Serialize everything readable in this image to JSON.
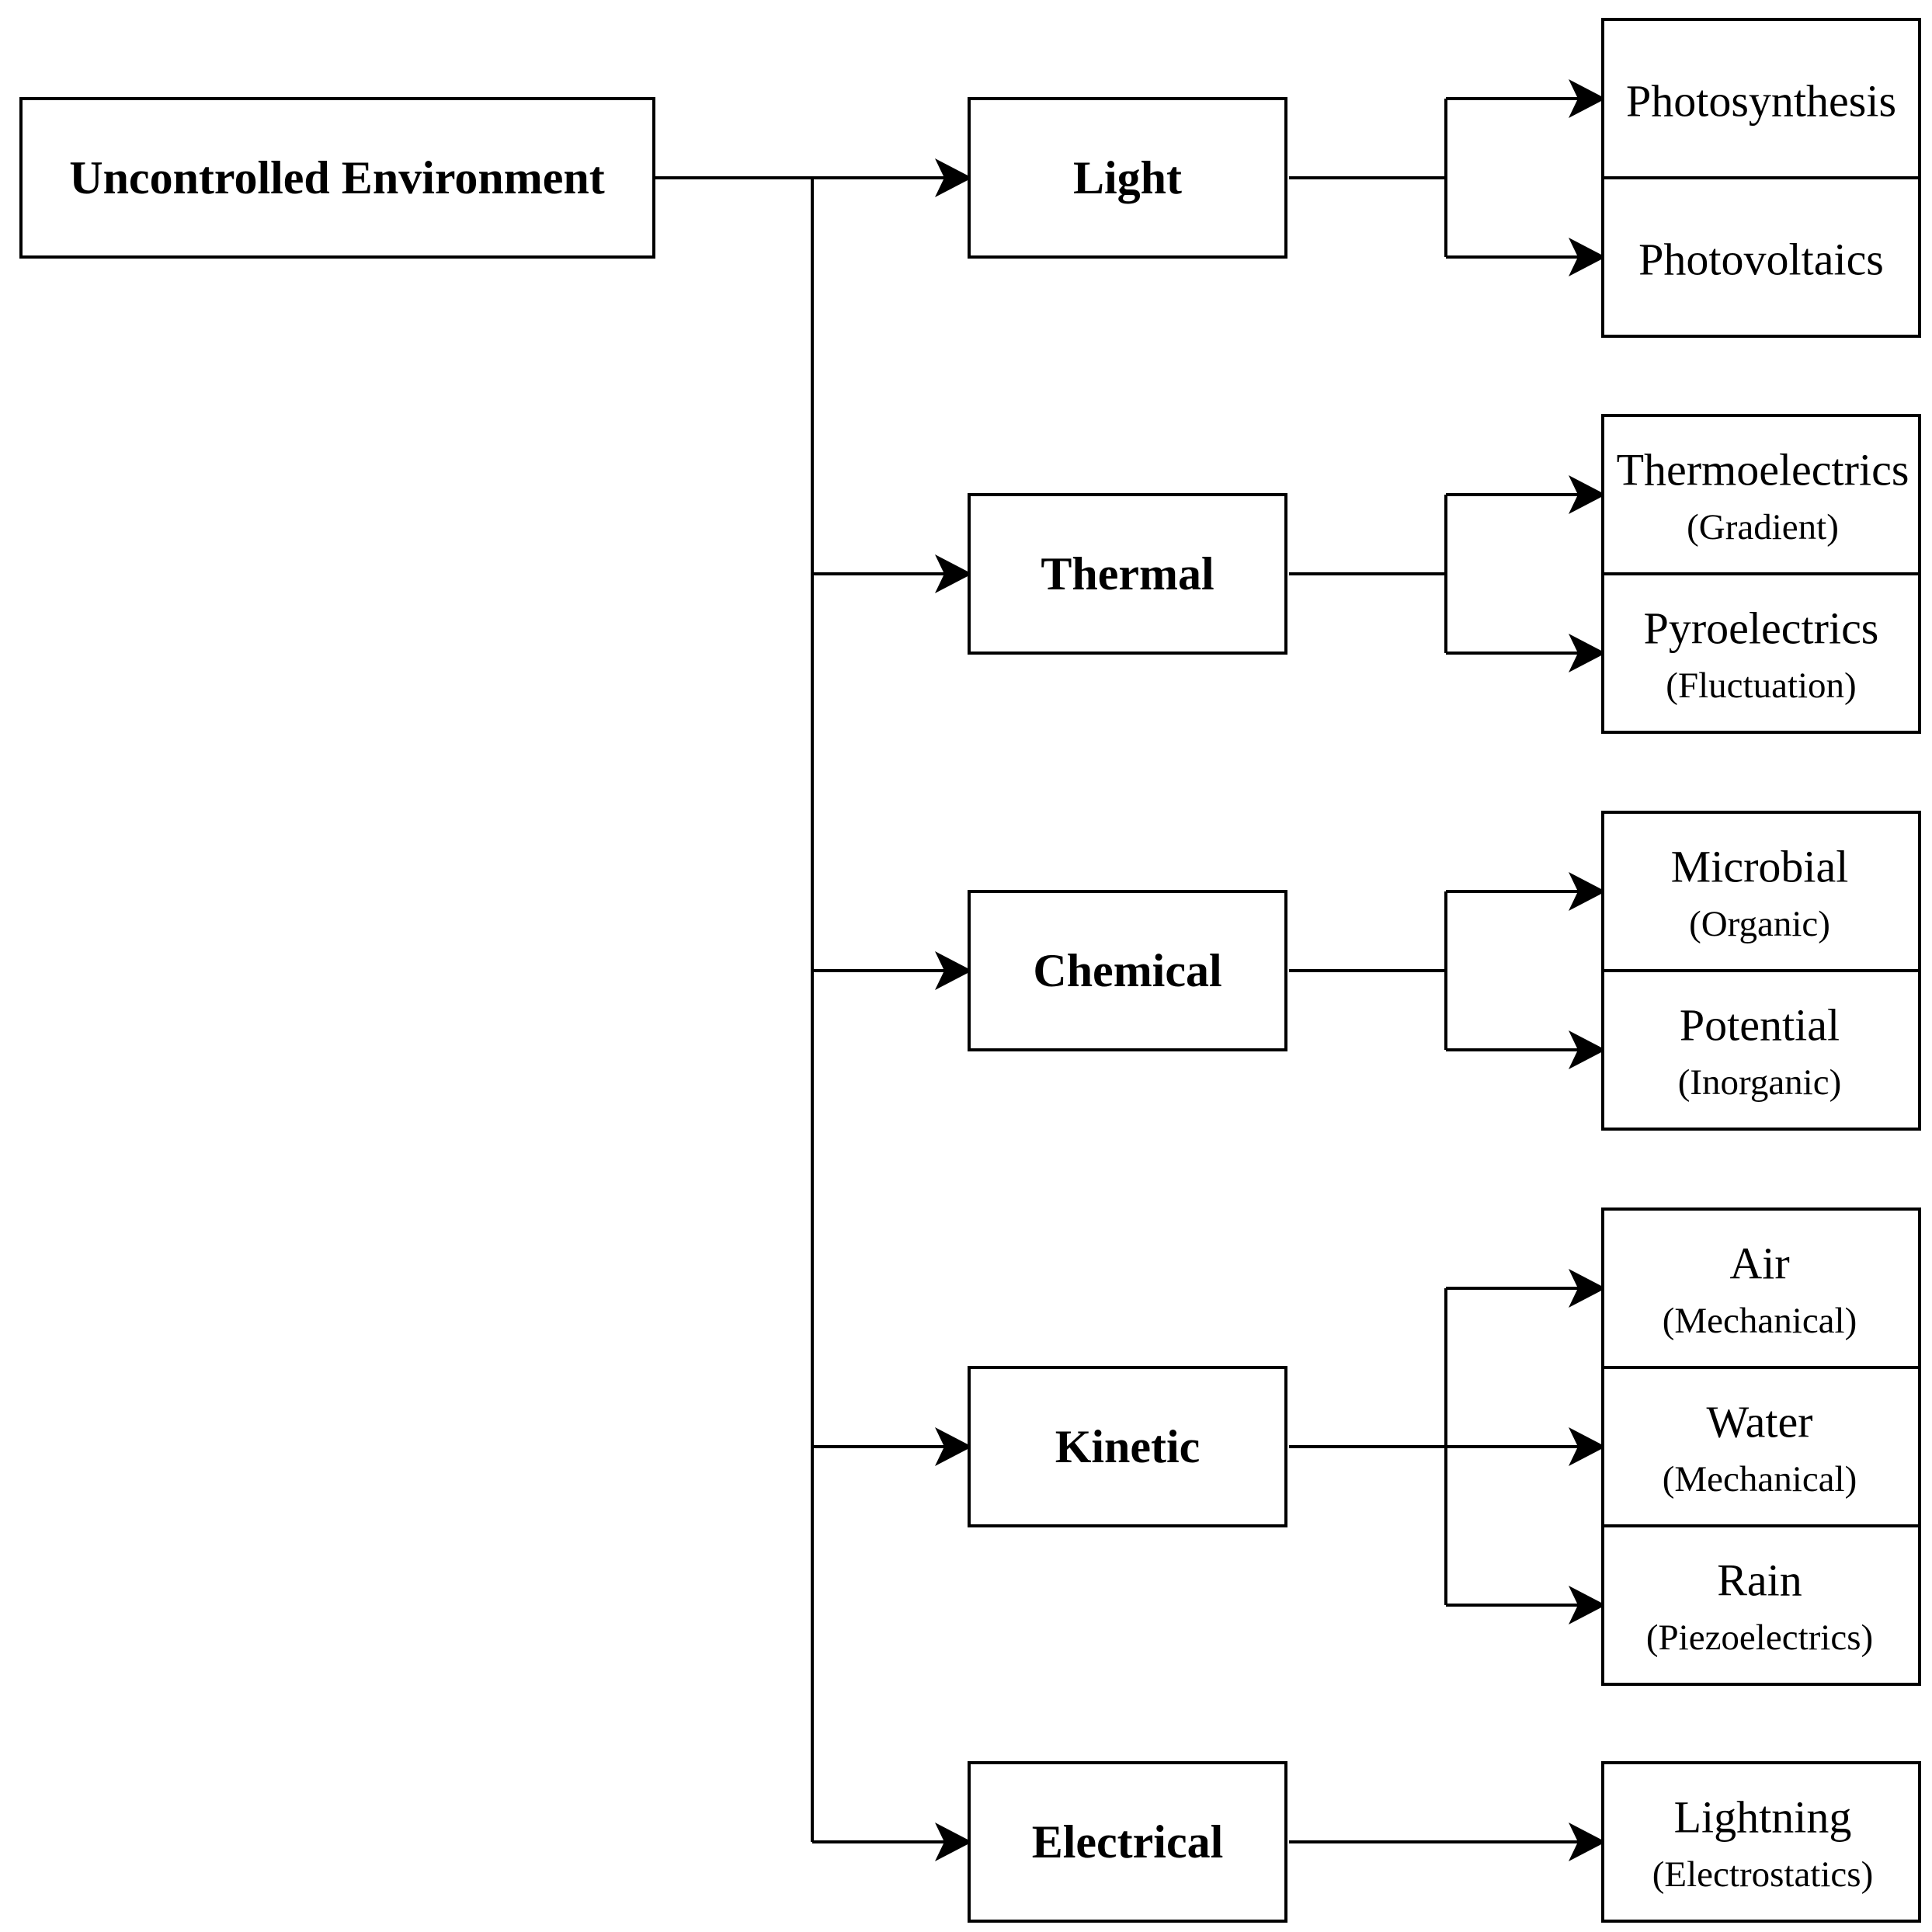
{
  "root": {
    "label": "Uncontrolled Environment"
  },
  "categories": [
    {
      "label": "Light",
      "outputs": [
        {
          "label": "Photosynthesis",
          "sub": ""
        },
        {
          "label": "Photovoltaics",
          "sub": ""
        }
      ]
    },
    {
      "label": "Thermal",
      "outputs": [
        {
          "label": "Thermoelectrics",
          "sub": "(Gradient)"
        },
        {
          "label": "Pyroelectrics",
          "sub": "(Fluctuation)"
        }
      ]
    },
    {
      "label": "Chemical",
      "outputs": [
        {
          "label": "Microbial",
          "sub": "(Organic)"
        },
        {
          "label": "Potential",
          "sub": "(Inorganic)"
        }
      ]
    },
    {
      "label": "Kinetic",
      "outputs": [
        {
          "label": "Air",
          "sub": "(Mechanical)"
        },
        {
          "label": "Water",
          "sub": "(Mechanical)"
        },
        {
          "label": "Rain",
          "sub": "(Piezoelectrics)"
        }
      ]
    },
    {
      "label": "Electrical",
      "outputs": [
        {
          "label": "Lightning",
          "sub": "(Electrostatics)"
        }
      ]
    }
  ]
}
